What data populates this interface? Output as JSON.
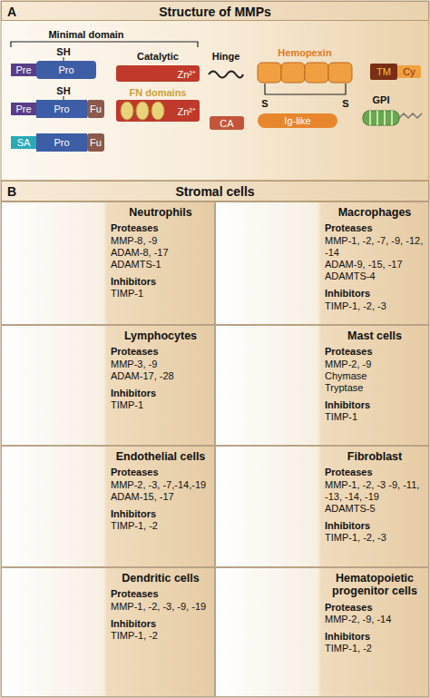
{
  "diagram": {
    "nodes": [
      {
        "text": [
          "A",
          "Structure of MMPs"
        ]
      },
      {
        "text": [
          "Pre"
        ]
      },
      {
        "text": [
          "Pro"
        ]
      },
      {
        "text": [
          "Pre"
        ]
      },
      {
        "text": [
          "Pro"
        ]
      },
      {
        "text": [
          "Fu"
        ]
      },
      {
        "text": [
          "SA"
        ]
      },
      {
        "text": [
          "Pro"
        ]
      },
      {
        "text": [
          "Fu"
        ]
      },
      {
        "text": [
          "Zn²⁺"
        ]
      },
      {
        "text": [
          "Zn²⁺"
        ]
      },
      {
        "text": [
          "CA"
        ]
      },
      {
        "text": [
          "Ig-like"
        ]
      },
      {
        "text": [
          "TM"
        ]
      },
      {
        "text": [
          "Cy"
        ]
      },
      {
        "text": [
          "B",
          "Stromal cells"
        ]
      },
      {
        "text": [
          "Neutrophils",
          "Proteases",
          "MMP-8, -9",
          "ADAM-8, -17",
          "ADAMTS-1",
          "Inhibitors",
          "TIMP-1"
        ]
      },
      {
        "text": [
          "Macrophages",
          "Proteases",
          "MMP-1, -2, -7, -9, -12, -14",
          "ADAM-9, -15, -17",
          "ADAMTS-4",
          "Inhibitors",
          "TIMP-1, -2, -3"
        ]
      },
      {
        "text": [
          "Lymphocytes",
          "Proteases",
          "MMP-3, -9",
          "ADAM-17, -28",
          "Inhibitors",
          "TIMP-1"
        ]
      },
      {
        "text": [
          "Mast cells",
          "Proteases",
          "MMP-2, -9",
          "Chymase",
          "Tryptase",
          "Inhibitors",
          "TIMP-1"
        ]
      },
      {
        "text": [
          "Endothelial cells",
          "Proteases",
          "MMP-2, -3, -7,-14,-19",
          "ADAM-15, -17",
          "Inhibitors",
          "TIMP-1, -2"
        ]
      },
      {
        "text": [
          "Fibroblast",
          "Proteases",
          "MMP-1, -2, -3 -9, -11, -13, -14, -19",
          "ADAMTS-5",
          "Inhibitors",
          "TIMP-1, -2, -3"
        ]
      },
      {
        "text": [
          "Dendritic cells",
          "Proteases",
          "MMP-1, -2, -3, -9, -19",
          "Inhibitors",
          "TIMP-1, -2"
        ]
      },
      {
        "text": [
          "Hematopoietic progenitor cells",
          "Proteases",
          "MMP-2, -9, -14",
          "Inhibitors",
          "TIMP-1, -2"
        ]
      }
    ],
    "labels": [
      "Minimal domain",
      "SH",
      "SH",
      "Catalytic",
      "FN domains",
      "Hinge",
      "Hemopexin",
      "S",
      "S",
      "GPI"
    ]
  }
}
